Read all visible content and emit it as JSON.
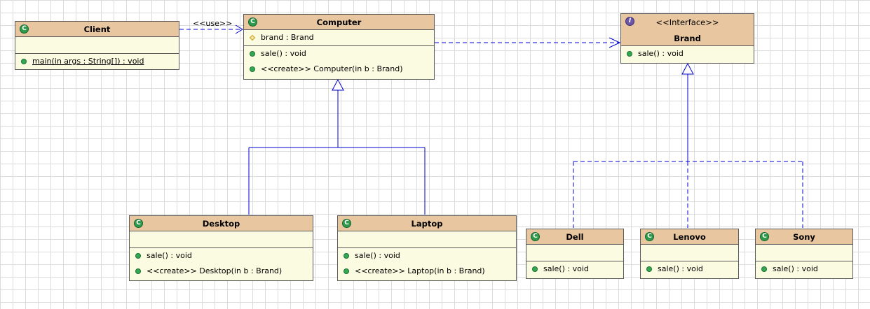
{
  "classes": {
    "client": {
      "name": "Client",
      "methods": [
        "main(in args : String[]) : void"
      ]
    },
    "computer": {
      "name": "Computer",
      "attributes": [
        "brand : Brand"
      ],
      "methods": [
        "sale() : void",
        "<<create>> Computer(in b : Brand)"
      ]
    },
    "brand": {
      "stereotype": "<<Interface>>",
      "name": "Brand",
      "methods": [
        "sale() : void"
      ]
    },
    "desktop": {
      "name": "Desktop",
      "methods": [
        "sale() : void",
        "<<create>> Desktop(in b : Brand)"
      ]
    },
    "laptop": {
      "name": "Laptop",
      "methods": [
        "sale() : void",
        "<<create>> Laptop(in b : Brand)"
      ]
    },
    "dell": {
      "name": "Dell",
      "methods": [
        "sale() : void"
      ]
    },
    "lenovo": {
      "name": "Lenovo",
      "methods": [
        "sale() : void"
      ]
    },
    "sony": {
      "name": "Sony",
      "methods": [
        "sale() : void"
      ]
    }
  },
  "relations": {
    "use_label": "<<use>>"
  },
  "icons": {
    "class": "class-icon",
    "interface": "interface-icon",
    "public_method": "public-method-icon",
    "protected_attribute": "protected-attribute-icon"
  },
  "colors": {
    "header": "#e8c7a0",
    "body": "#fbfbe1",
    "line": "#0000cc",
    "border": "#5a5a5a"
  }
}
